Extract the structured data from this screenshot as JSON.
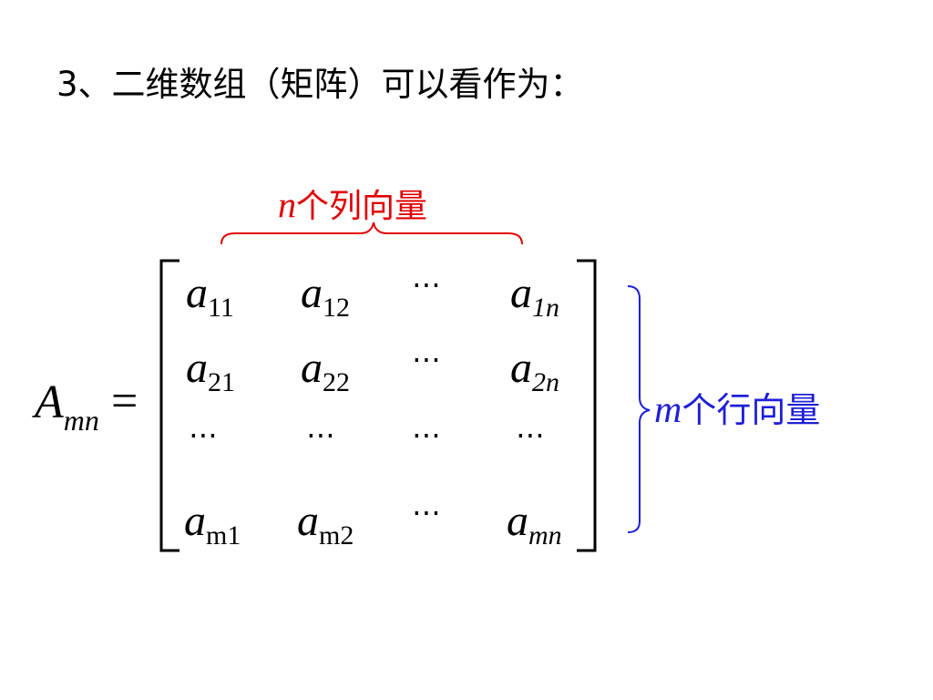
{
  "heading": "3、二维数组（矩阵）可以看作为：",
  "colors": {
    "text": "#000000",
    "column_brace": "#e00000",
    "row_brace": "#1f1fd8"
  },
  "matrix": {
    "name": {
      "letter": "A",
      "subscript": "mn"
    },
    "equals": "=",
    "rows": [
      [
        {
          "base": "a",
          "sub": "11"
        },
        {
          "base": "a",
          "sub": "12"
        },
        {
          "dots": "⋯"
        },
        {
          "base": "a",
          "sub": "1n"
        }
      ],
      [
        {
          "base": "a",
          "sub": "21"
        },
        {
          "base": "a",
          "sub": "22"
        },
        {
          "dots": "⋯"
        },
        {
          "base": "a",
          "sub": "2n"
        }
      ],
      [
        {
          "dots": "⋯"
        },
        {
          "dots": "⋯"
        },
        {
          "dots": "⋯"
        },
        {
          "dots": "⋯"
        }
      ],
      [
        {
          "base": "a",
          "sub": "m1"
        },
        {
          "base": "a",
          "sub": "m2"
        },
        {
          "dots": "⋯"
        },
        {
          "base": "a",
          "sub": "mn"
        }
      ]
    ]
  },
  "column_label": {
    "var": "n",
    "text": "个列向量"
  },
  "row_label": {
    "var": "m",
    "text": "个行向量"
  }
}
